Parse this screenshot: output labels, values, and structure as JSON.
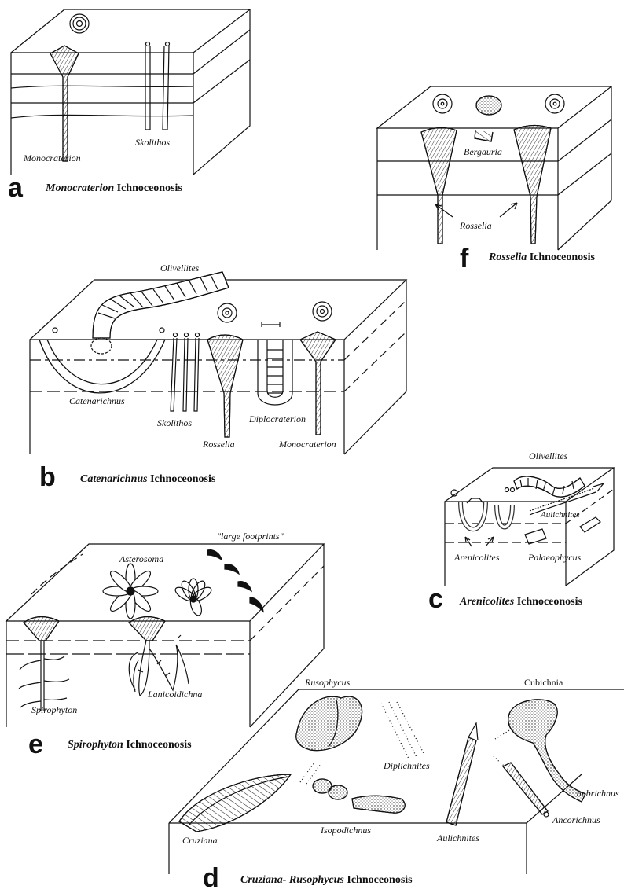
{
  "panels": {
    "a": {
      "letter": "a",
      "genus": "Monocraterion",
      "suffix": "Ichnoceonosis",
      "labels": {
        "monocraterion": "Monocraterion",
        "skolithos": "Skolithos"
      }
    },
    "f": {
      "letter": "f",
      "genus": "Rosselia",
      "suffix": "Ichnoceonosis",
      "labels": {
        "bergauria": "Bergauria",
        "rosselia": "Rosselia"
      }
    },
    "b": {
      "letter": "b",
      "genus": "Catenarichnus",
      "suffix": "Ichnoceonosis",
      "labels": {
        "olivellites": "Olivellites",
        "catenarichnus": "Catenarichnus",
        "skolithos": "Skolithos",
        "rosselia": "Rosselia",
        "diplocraterion": "Diplocraterion",
        "monocraterion": "Monocraterion"
      }
    },
    "c": {
      "letter": "c",
      "genus": "Arenicolites",
      "suffix": "Ichnoceonosis",
      "labels": {
        "olivellites": "Olivellites",
        "aulichnites": "Aulichnites",
        "arenicolites": "Arenicolites",
        "palaeophycus": "Palaeophycus"
      }
    },
    "e": {
      "letter": "e",
      "genus": "Spirophyton",
      "suffix": "Ichnoceonosis",
      "labels": {
        "large_footprints": "\"large footprints\"",
        "asterosoma": "Asterosoma",
        "spirophyton": "Spirophyton",
        "lanicoidichna": "Lanicoidichna"
      }
    },
    "d": {
      "letter": "d",
      "genus": "Cruziana- Rusophycus",
      "suffix": "Ichnoceonosis",
      "labels": {
        "rusophycus": "Rusophycus",
        "cubichnia": "Cubichnia",
        "diplichnites": "Diplichnites",
        "imbrichnus": "Imbrichnus",
        "ancorichnus": "Ancorichnus",
        "cruziana": "Cruziana",
        "isopodichnus": "Isopodichnus",
        "aulichnites": "Aulichnites"
      }
    }
  }
}
